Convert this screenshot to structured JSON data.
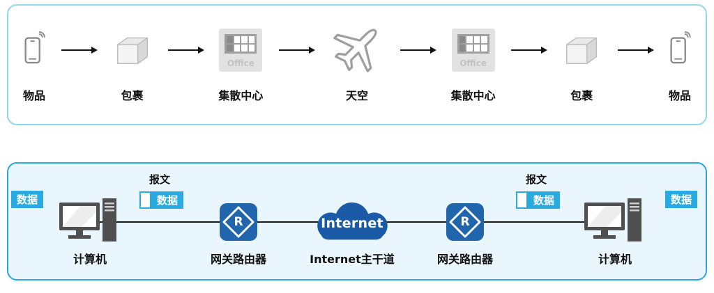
{
  "top_panel": {
    "steps": [
      {
        "label": "物品",
        "icon": "phone"
      },
      {
        "label": "包裹",
        "icon": "box"
      },
      {
        "label": "集散中心",
        "icon": "office-building"
      },
      {
        "label": "天空",
        "icon": "airplane"
      },
      {
        "label": "集散中心",
        "icon": "office-building"
      },
      {
        "label": "包裹",
        "icon": "box"
      },
      {
        "label": "物品",
        "icon": "phone"
      }
    ],
    "office_text": "Office"
  },
  "bottom_panel": {
    "left_data_badge": "数据",
    "right_data_badge": "数据",
    "left_packet": {
      "title": "报文",
      "data_label": "数据"
    },
    "right_packet": {
      "title": "报文",
      "data_label": "数据"
    },
    "labels": {
      "left_computer": "计算机",
      "left_router": "网关路由器",
      "cloud": "Internet主干道",
      "right_router": "网关路由器",
      "right_computer": "计算机"
    },
    "cloud_text": "Internet",
    "router_glyph": "R"
  },
  "colors": {
    "badge_bg": "#29abe2",
    "top_panel_border": "#8fd6ef",
    "bottom_panel_border": "#2aa7e0",
    "bottom_panel_bg": "#e9f6fd",
    "router_bg": "#2166ad",
    "cloud_bg": "#1b5aa7",
    "line": "#1a1a1a"
  }
}
